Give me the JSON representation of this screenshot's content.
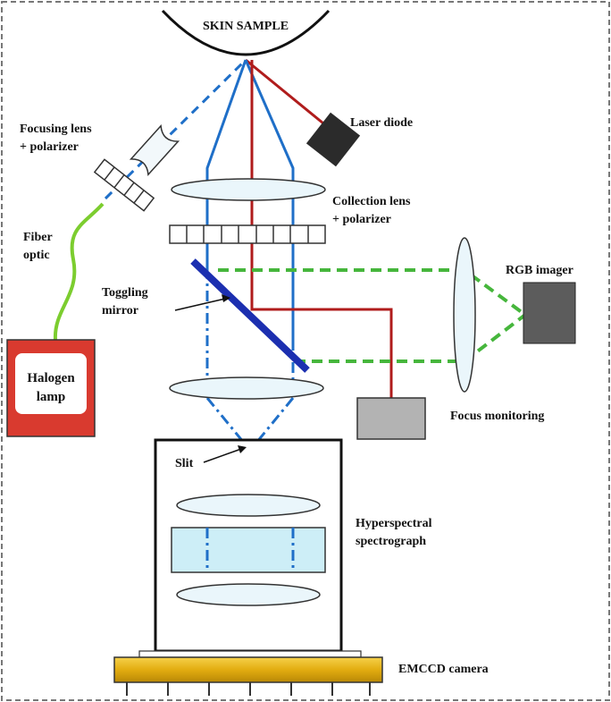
{
  "labels": {
    "skin_sample": "SKIN SAMPLE",
    "laser_diode": "Laser diode",
    "focusing_lens_line1": "Focusing lens",
    "focusing_lens_line2": "+ polarizer",
    "collection_lens_line1": "Collection lens",
    "collection_lens_line2": "+ polarizer",
    "fiber_line1": "Fiber",
    "fiber_line2": "optic",
    "toggling_line1": "Toggling",
    "toggling_line2": "mirror",
    "rgb_imager": "RGB imager",
    "halogen_line1": "Halogen",
    "halogen_line2": "lamp",
    "focus_monitoring": "Focus monitoring",
    "slit": "Slit",
    "hyper_line1": "Hyperspectral",
    "hyper_line2": "spectrograph",
    "emccd": "EMCCD camera"
  },
  "colors": {
    "border": "#777777",
    "blue_beam": "#1f6fc8",
    "red_beam": "#b01c1c",
    "green_beam": "#46b63c",
    "fiber": "#7ccd2f",
    "mirror": "#1c2fb0",
    "laser_box": "#2b2b2b",
    "rgb_box": "#5c5c5c",
    "focus_box": "#b3b3b3",
    "halogen_box": "#d93a2f",
    "emccd_gold": "#e0ad10",
    "lens_fill": "#eaf6fb",
    "slab_fill": "#cdeef7"
  }
}
